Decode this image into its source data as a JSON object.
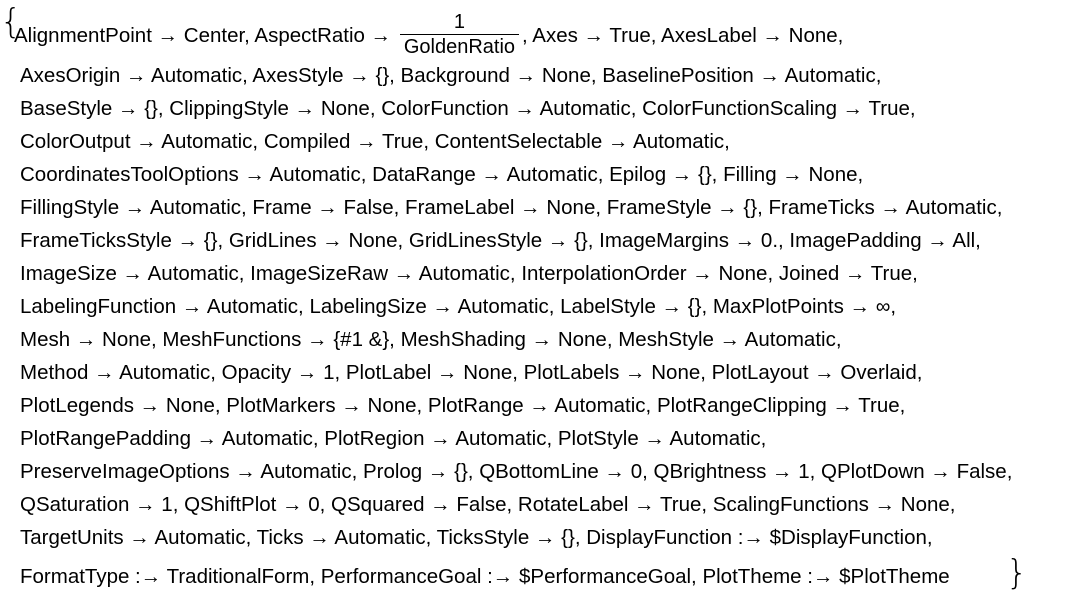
{
  "braces": {
    "open": "{",
    "close": "}"
  },
  "line1": {
    "before": "AlignmentPoint → Center, AspectRatio → ",
    "frac_num": "1",
    "frac_den": "GoldenRatio",
    "after": ", Axes → True, AxesLabel → None,"
  },
  "lines": [
    "AxesOrigin → Automatic, AxesStyle → {}, Background → None, BaselinePosition → Automatic,",
    "BaseStyle → {}, ClippingStyle → None, ColorFunction → Automatic, ColorFunctionScaling → True,",
    "ColorOutput → Automatic, Compiled → True, ContentSelectable → Automatic,",
    "CoordinatesToolOptions → Automatic, DataRange → Automatic, Epilog → {}, Filling → None,",
    "FillingStyle → Automatic, Frame → False, FrameLabel → None, FrameStyle → {}, FrameTicks → Automatic,",
    "FrameTicksStyle → {}, GridLines → None, GridLinesStyle → {}, ImageMargins → 0., ImagePadding → All,",
    "ImageSize → Automatic, ImageSizeRaw → Automatic, InterpolationOrder → None, Joined → True,",
    "LabelingFunction → Automatic, LabelingSize → Automatic, LabelStyle → {}, MaxPlotPoints → ∞,",
    "Mesh → None, MeshFunctions → {#1 &}, MeshShading → None, MeshStyle → Automatic,",
    "Method → Automatic, Opacity → 1, PlotLabel → None, PlotLabels → None, PlotLayout → Overlaid,",
    "PlotLegends → None, PlotMarkers → None, PlotRange → Automatic, PlotRangeClipping → True,",
    "PlotRangePadding → Automatic, PlotRegion → Automatic, PlotStyle → Automatic,",
    "PreserveImageOptions → Automatic, Prolog → {}, QBottomLine → 0, QBrightness → 1, QPlotDown → False,",
    "QSaturation → 1, QShiftPlot → 0, QSquared → False, RotateLabel → True, ScalingFunctions → None,",
    "TargetUnits → Automatic, Ticks → Automatic, TicksStyle → {}, DisplayFunction :→ $DisplayFunction,",
    "FormatType :→ TraditionalForm, PerformanceGoal :→ $PerformanceGoal, PlotTheme :→ $PlotTheme"
  ]
}
